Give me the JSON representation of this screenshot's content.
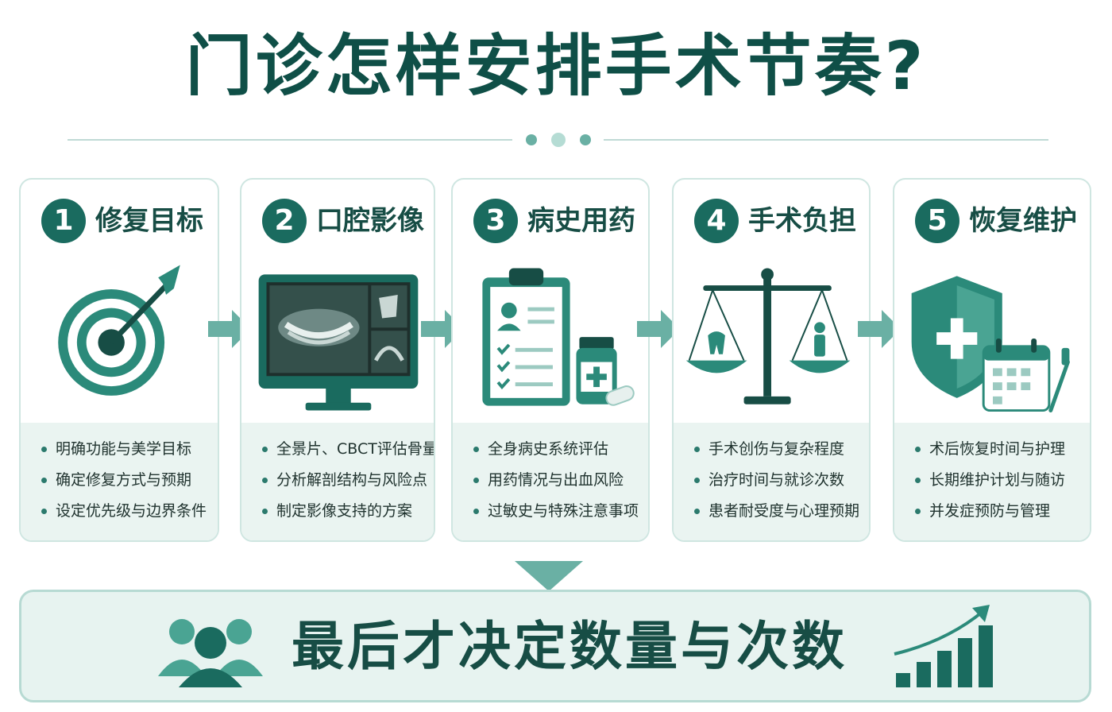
{
  "title": "门诊怎样安排手术节奏?",
  "cards": [
    {
      "number": "1",
      "title": "修复目标",
      "icon": "target-icon",
      "bullets": [
        "明确功能与美学目标",
        "确定修复方式与预期",
        "设定优先级与边界条件"
      ]
    },
    {
      "number": "2",
      "title": "口腔影像",
      "icon": "xray-monitor-icon",
      "bullets": [
        "全景片、CBCT评估骨量",
        "分析解剖结构与风险点",
        "制定影像支持的方案"
      ]
    },
    {
      "number": "3",
      "title": "病史用药",
      "icon": "clipboard-medicine-icon",
      "bullets": [
        "全身病史系统评估",
        "用药情况与出血风险",
        "过敏史与特殊注意事项"
      ]
    },
    {
      "number": "4",
      "title": "手术负担",
      "icon": "balance-scale-icon",
      "bullets": [
        "手术创伤与复杂程度",
        "治疗时间与就诊次数",
        "患者耐受度与心理预期"
      ]
    },
    {
      "number": "5",
      "title": "恢复维护",
      "icon": "shield-calendar-icon",
      "bullets": [
        "术后恢复时间与护理",
        "长期维护计划与随访",
        "并发症预防与管理"
      ]
    }
  ],
  "conclusion": "最后才决定数量与次数",
  "colors": {
    "primary": "#1a6b5f",
    "light": "#eaf4f1",
    "accent": "#6ab0a4",
    "border": "#cfe6e1"
  }
}
